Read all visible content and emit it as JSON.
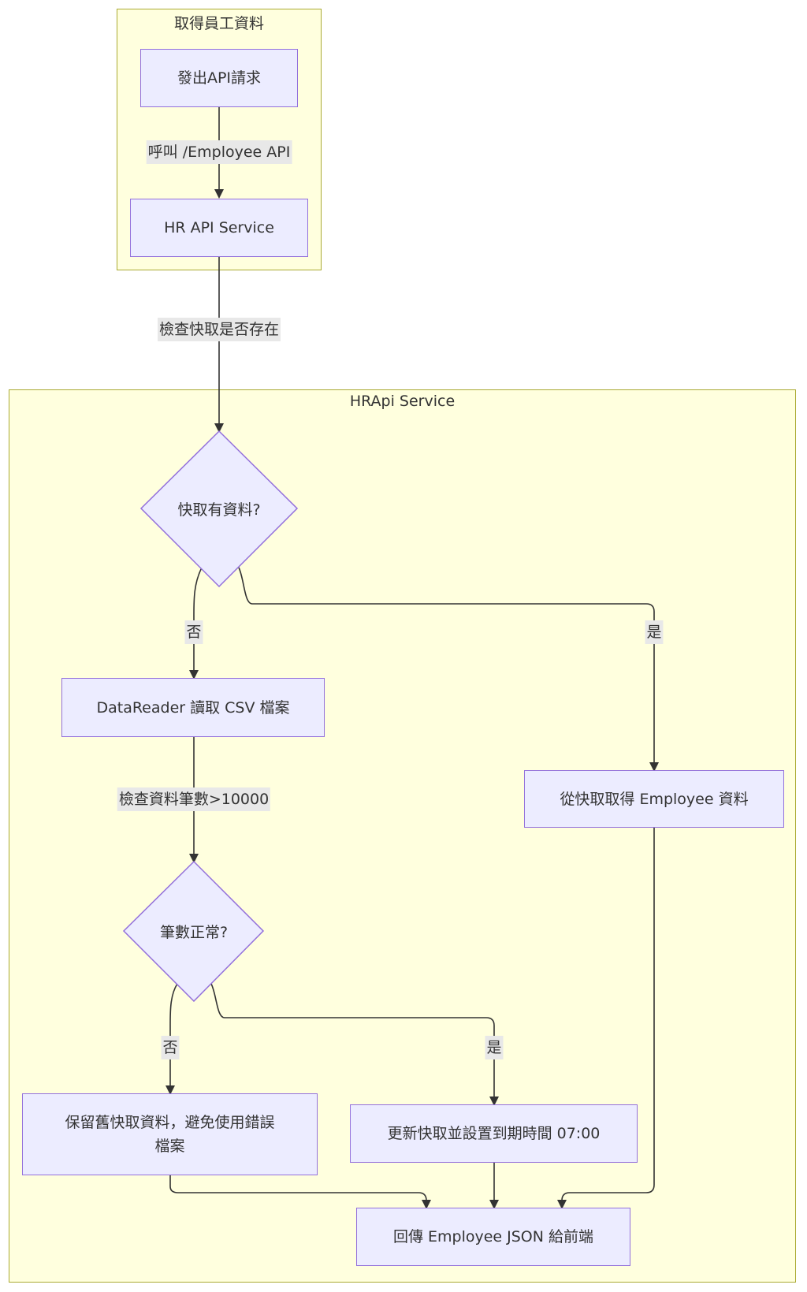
{
  "clusters": {
    "get_employee": {
      "title": "取得員工資料"
    },
    "hrapi_service": {
      "title": "HRApi Service"
    }
  },
  "nodes": {
    "send_api_request": "發出API請求",
    "hr_api_service": "HR API Service",
    "cache_has_data": "快取有資料?",
    "datareader_read_csv": "DataReader 讀取 CSV 檔案",
    "get_from_cache": "從快取取得 Employee 資料",
    "count_normal": "筆數正常?",
    "keep_old_cache": "保留舊快取資料，避免使用錯誤\n檔案",
    "update_cache": "更新快取並設置到期時間 07:00",
    "return_json": "回傳 Employee JSON 給前端"
  },
  "edges": {
    "call_employee_api": "呼叫 /Employee API",
    "check_cache_exists": "檢查快取是否存在",
    "cache_no": "否",
    "cache_yes": "是",
    "check_count": "檢查資料筆數>10000",
    "count_no": "否",
    "count_yes": "是"
  },
  "colors": {
    "node_fill": "#ececff",
    "node_stroke": "#9370db",
    "cluster_fill": "#ffffde",
    "cluster_stroke": "#aaaa33",
    "edge_stroke": "#333333",
    "edge_label_bg": "#e8e8e8"
  }
}
